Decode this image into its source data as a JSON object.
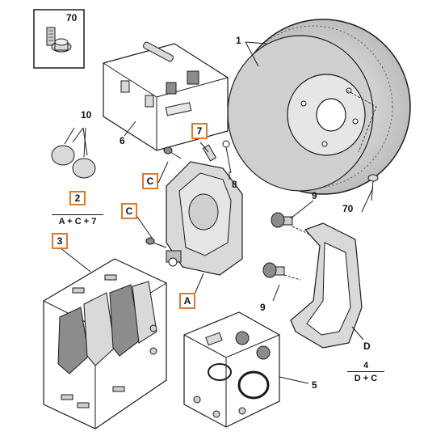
{
  "callouts": {
    "c70_top": "70",
    "c1": "1",
    "c6": "6",
    "c10": "10",
    "c2": "2",
    "c2_formula": "A + C + 7",
    "c7": "7",
    "c8": "8",
    "cC_upper": "C",
    "cC_lower": "C",
    "c3": "3",
    "c9_upper": "9",
    "c9_lower": "9",
    "c70_right": "70",
    "cA": "A",
    "cD": "D",
    "c4": "4",
    "c4_formula": "D + C",
    "c5": "5"
  },
  "colors": {
    "highlight": "#e07a2a",
    "outline": "#1a1a1a",
    "part_fill": "#d9d9d9",
    "part_dark": "#8c8c8c",
    "box_fill": "#ffffff"
  }
}
